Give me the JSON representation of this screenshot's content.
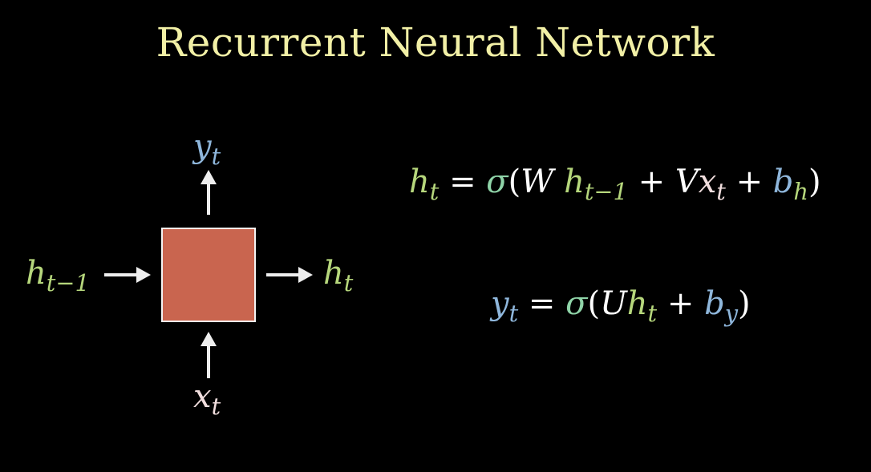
{
  "title": "Recurrent Neural Network",
  "colors": {
    "title": "#f2f0a6",
    "h": "#b6d77c",
    "y": "#8fb7dc",
    "x": "#f1dede",
    "sigma": "#8fd4a8",
    "text": "#ffffff",
    "cell_fill": "#c9654f",
    "cell_border": "#f4f4f4",
    "arrow": "#eeeeee"
  },
  "diagram": {
    "output": {
      "var": "y",
      "sub": "t"
    },
    "input": {
      "var": "x",
      "sub": "t"
    },
    "prev_hidden": {
      "var": "h",
      "sub": "t−1"
    },
    "next_hidden": {
      "var": "h",
      "sub": "t"
    }
  },
  "equations": {
    "hidden": {
      "lhs_var": "h",
      "lhs_sub": "t",
      "eq": "=",
      "sigma": "σ",
      "open": "(",
      "w": "W",
      "h_var": "h",
      "h_sub": "t−1",
      "plus1": "+",
      "v": "V",
      "x_var": "x",
      "x_sub": "t",
      "plus2": "+",
      "b_var": "b",
      "b_sub": "h",
      "close": ")"
    },
    "output": {
      "lhs_var": "y",
      "lhs_sub": "t",
      "eq": "=",
      "sigma": "σ",
      "open": "(",
      "u": "U",
      "h_var": "h",
      "h_sub": "t",
      "plus": "+",
      "b_var": "b",
      "b_sub": "y",
      "close": ")"
    }
  }
}
